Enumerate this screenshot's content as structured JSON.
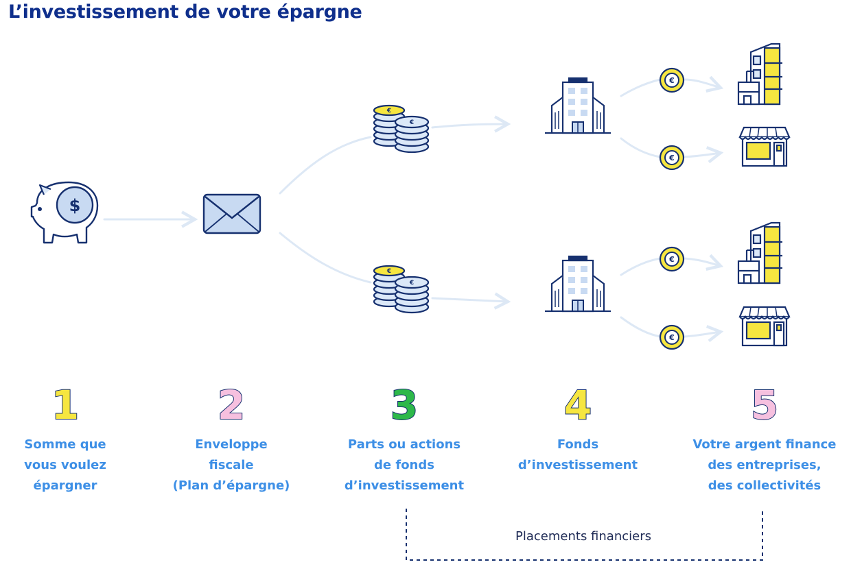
{
  "title": "L’investissement de votre épargne",
  "steps": [
    {
      "number": "1",
      "color": "#f6e640",
      "lines": [
        "Somme que",
        "vous voulez",
        "épargner"
      ]
    },
    {
      "number": "2",
      "color": "#f6c0df",
      "lines": [
        "Enveloppe",
        "fiscale",
        "(Plan d’épargne)"
      ]
    },
    {
      "number": "3",
      "color": "#2db84a",
      "lines": [
        "Parts ou actions",
        "de fonds",
        "d’investissement"
      ]
    },
    {
      "number": "4",
      "color": "#f6e640",
      "lines": [
        "Fonds",
        "d’investissement"
      ]
    },
    {
      "number": "5",
      "color": "#f6c0df",
      "lines": [
        "Votre argent finance",
        "des entreprises,",
        "des collectivités"
      ]
    }
  ],
  "bracket_label": "Placements financiers",
  "icons": {
    "savings": "piggy-bank-icon",
    "currency_on_piggy": "$",
    "envelope": "envelope-icon",
    "coins": "coin-stack-icon",
    "coin_symbol": "€",
    "fund": "office-building-icon",
    "company": "apartment-building-icon",
    "shop": "shop-icon"
  },
  "colors": {
    "navy": "#16306f",
    "title": "#0f2f8c",
    "label_blue": "#3d8fe6",
    "yellow": "#f6e640",
    "light_blue": "#dbe8f8",
    "arrow": "#dde8f5"
  }
}
